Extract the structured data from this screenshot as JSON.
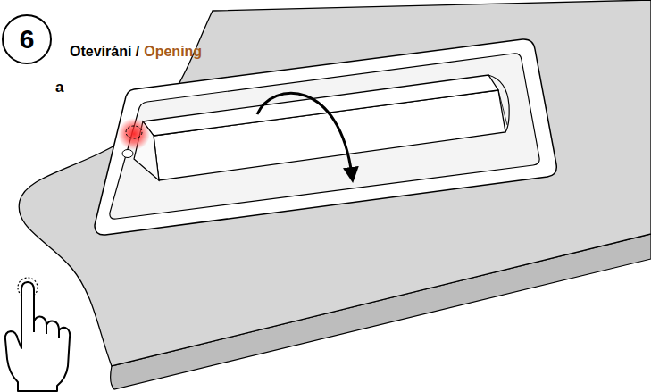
{
  "diagram": {
    "nodes": [
      {
        "text": [
          "6"
        ]
      }
    ],
    "labels": [
      "a",
      "Otevírání /",
      "Opening"
    ]
  }
}
